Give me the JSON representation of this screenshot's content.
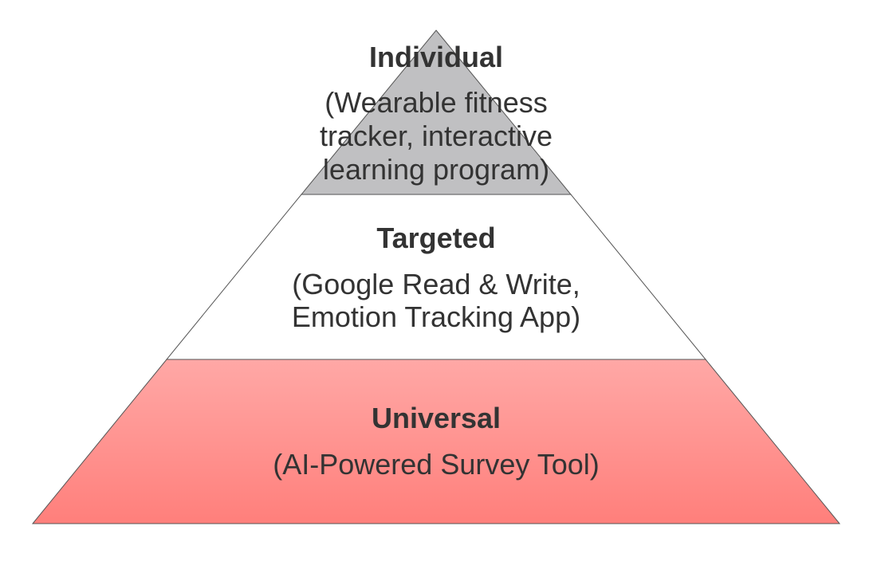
{
  "tiers": [
    {
      "title": "Individual",
      "description_lines": [
        "(Wearable fitness",
        "tracker, interactive",
        "learning program)"
      ],
      "fill": "#c0c0c2"
    },
    {
      "title": "Targeted",
      "description_lines": [
        "(Google Read & Write,",
        "Emotion Tracking App)"
      ],
      "fill": "#ffffff"
    },
    {
      "title": "Universal",
      "description_lines": [
        "(AI-Powered Survey Tool)"
      ],
      "fill_top": "#ffa8a6",
      "fill_bottom": "#ff7f7b"
    }
  ],
  "colors": {
    "text": "#333333",
    "outline": "#555555"
  }
}
